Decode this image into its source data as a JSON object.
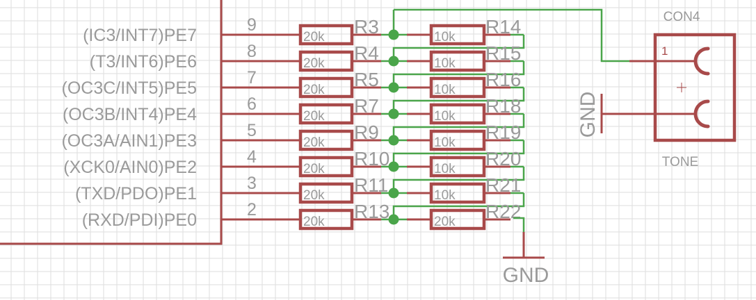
{
  "diagram": {
    "type": "schematic",
    "colors": {
      "component": "#a84a4a",
      "net": "#4aa54a",
      "text": "#9a9a9a",
      "grid": "#dcdcdc"
    },
    "mcu": {
      "pins": [
        {
          "label": "(IC3/INT7)PE7",
          "number": "9"
        },
        {
          "label": "(T3/INT6)PE6",
          "number": "8"
        },
        {
          "label": "(OC3C/INT5)PE5",
          "number": "7"
        },
        {
          "label": "(OC3B/INT4)PE4",
          "number": "6"
        },
        {
          "label": "(OC3A/AIN1)PE3",
          "number": "5"
        },
        {
          "label": "(XCK0/AIN0)PE2",
          "number": "4"
        },
        {
          "label": "(TXD/PDO)PE1",
          "number": "3"
        },
        {
          "label": "(RXD/PDI)PE0",
          "number": "2"
        }
      ]
    },
    "series_resistors": [
      {
        "name": "R3",
        "value": "20k"
      },
      {
        "name": "R4",
        "value": "20k"
      },
      {
        "name": "R5",
        "value": "20k"
      },
      {
        "name": "R7",
        "value": "20k"
      },
      {
        "name": "R9",
        "value": "20k"
      },
      {
        "name": "R10",
        "value": "20k"
      },
      {
        "name": "R11",
        "value": "20k"
      },
      {
        "name": "R13",
        "value": "20k"
      }
    ],
    "ladder_resistors": [
      {
        "name": "R14",
        "value": "10k"
      },
      {
        "name": "R15",
        "value": "10k"
      },
      {
        "name": "R16",
        "value": "10k"
      },
      {
        "name": "R18",
        "value": "10k"
      },
      {
        "name": "R19",
        "value": "10k"
      },
      {
        "name": "R20",
        "value": "10k"
      },
      {
        "name": "R21",
        "value": "10k"
      },
      {
        "name": "R22",
        "value": "20k"
      }
    ],
    "ground_bottom": "GND",
    "ground_connector": "GND",
    "connector": {
      "name": "CON4",
      "value": "TONE",
      "pin1_label": "1"
    }
  }
}
